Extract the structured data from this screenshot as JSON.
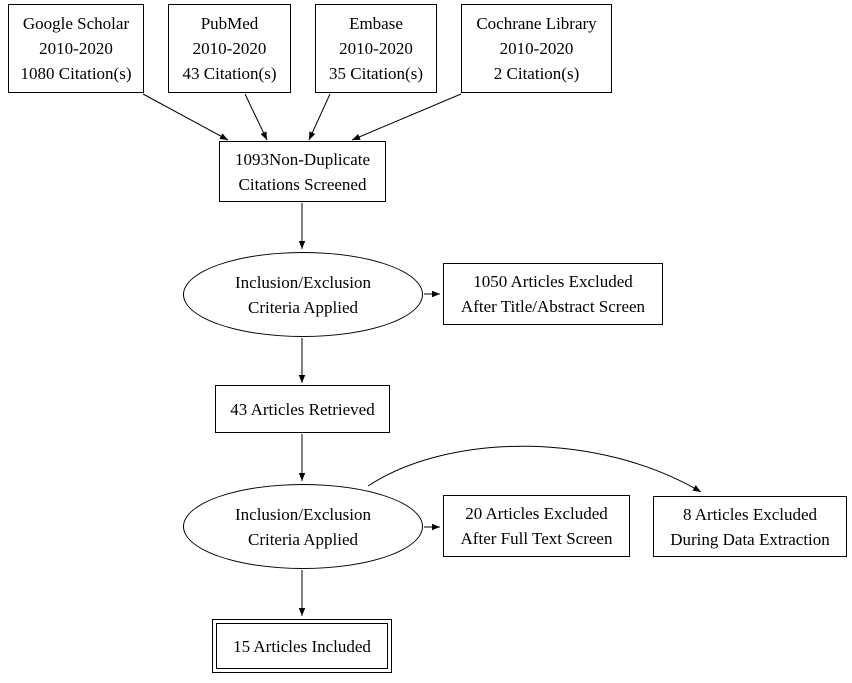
{
  "colors": {
    "stroke": "#000000",
    "background": "#ffffff",
    "text": "#000000"
  },
  "nodes": {
    "google_scholar": {
      "lines": [
        "Google Scholar",
        "2010-2020",
        "1080 Citation(s)"
      ]
    },
    "pubmed": {
      "lines": [
        "PubMed",
        "2010-2020",
        "43 Citation(s)"
      ]
    },
    "embase": {
      "lines": [
        "Embase",
        "2010-2020",
        "35 Citation(s)"
      ]
    },
    "cochrane": {
      "lines": [
        "Cochrane Library",
        "2010-2020",
        "2 Citation(s)"
      ]
    },
    "screened": {
      "lines": [
        "1093Non-Duplicate",
        "Citations Screened"
      ]
    },
    "criteria1": {
      "lines": [
        "Inclusion/Exclusion",
        "Criteria Applied"
      ]
    },
    "excluded_title_abstract": {
      "lines": [
        "1050 Articles Excluded",
        "After Title/Abstract Screen"
      ]
    },
    "retrieved": {
      "lines": [
        "43 Articles Retrieved"
      ]
    },
    "criteria2": {
      "lines": [
        "Inclusion/Exclusion",
        "Criteria Applied"
      ]
    },
    "excluded_full_text": {
      "lines": [
        "20 Articles Excluded",
        "After Full Text Screen"
      ]
    },
    "excluded_data_extraction": {
      "lines": [
        "8 Articles Excluded",
        "During Data Extraction"
      ]
    },
    "included": {
      "lines": [
        "15 Articles Included"
      ]
    }
  },
  "edges": [
    {
      "from": "google_scholar",
      "to": "screened"
    },
    {
      "from": "pubmed",
      "to": "screened"
    },
    {
      "from": "embase",
      "to": "screened"
    },
    {
      "from": "cochrane",
      "to": "screened"
    },
    {
      "from": "screened",
      "to": "criteria1"
    },
    {
      "from": "criteria1",
      "to": "excluded_title_abstract"
    },
    {
      "from": "criteria1",
      "to": "retrieved"
    },
    {
      "from": "retrieved",
      "to": "criteria2"
    },
    {
      "from": "criteria2",
      "to": "excluded_full_text"
    },
    {
      "from": "criteria2",
      "to": "excluded_data_extraction"
    },
    {
      "from": "criteria2",
      "to": "included"
    }
  ]
}
